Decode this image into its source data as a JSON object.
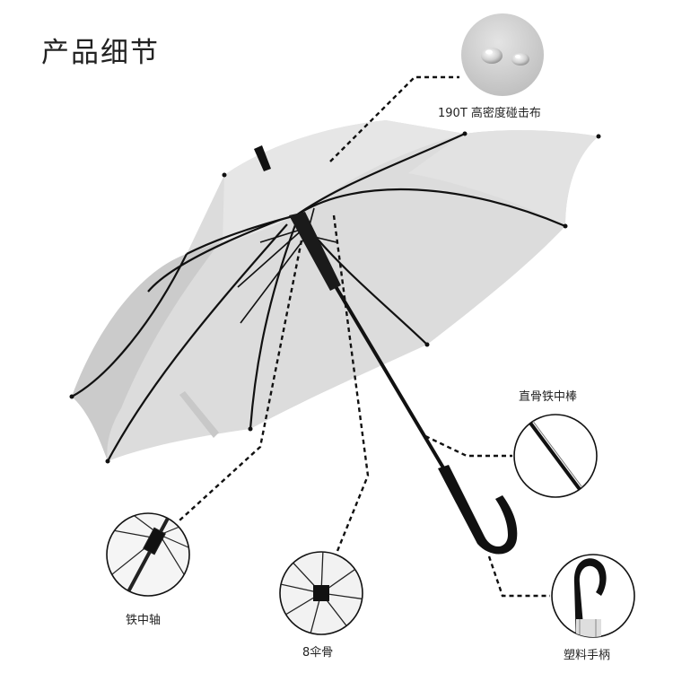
{
  "page_title": "产品细节",
  "callouts": {
    "fabric": "190T 高密度碰击布",
    "rod": "直骨铁中棒",
    "shaft": "铁中轴",
    "ribs": "8伞骨",
    "handle": "塑料手柄"
  },
  "colors": {
    "canopy": "#dedede",
    "canopy_shadow": "#cfcfcf",
    "frame": "#111111",
    "leader_line": "#111111"
  }
}
